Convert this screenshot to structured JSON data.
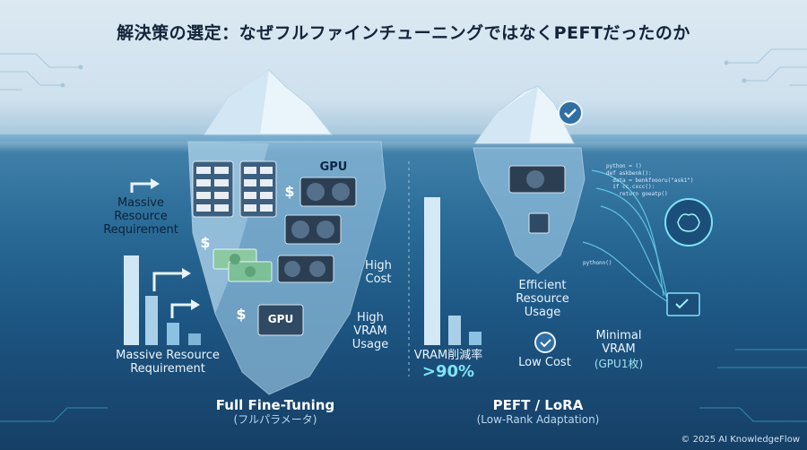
{
  "title": "解決策の選定：なぜフルファインチューニングではなくPEFTだったのか",
  "left": {
    "heading": "Full Fine-Tuning",
    "subheading": "(フルパラメータ)",
    "gpu_label_top": "GPU",
    "gpu_label_chip": "GPU",
    "massive_resource_upper": "Massive\nResource\nRequirement",
    "massive_resource_lower": "Massive Resource\nRequirement",
    "high_cost": "High\nCost",
    "high_vram": "High\nVRAM\nUsage",
    "dollar": "$"
  },
  "right": {
    "heading": "PEFT / LoRA",
    "subheading": "(Low-Rank Adaptation)",
    "efficient": "Efficient\nResource\nUsage",
    "low_cost": "Low Cost",
    "minimal_vram": "Minimal\nVRAM",
    "minimal_vram_sub": "(GPU1枚)",
    "vram_reduction_label": "VRAM削減率",
    "vram_reduction_value": ">90%",
    "code_snippet": "python = ()\ndef askbenk():\n  data = benkfoooru(\"ask1\")\n  if cc.cxcc():\n    return goeatp()",
    "code_snippet_2": "pythonn()"
  },
  "footer": {
    "copyright": "© 2025 AI KnowledgeFlow"
  },
  "colors": {
    "accent": "#3fd0e6",
    "water": "#2a6b97",
    "ice": "#cfe6f4"
  }
}
